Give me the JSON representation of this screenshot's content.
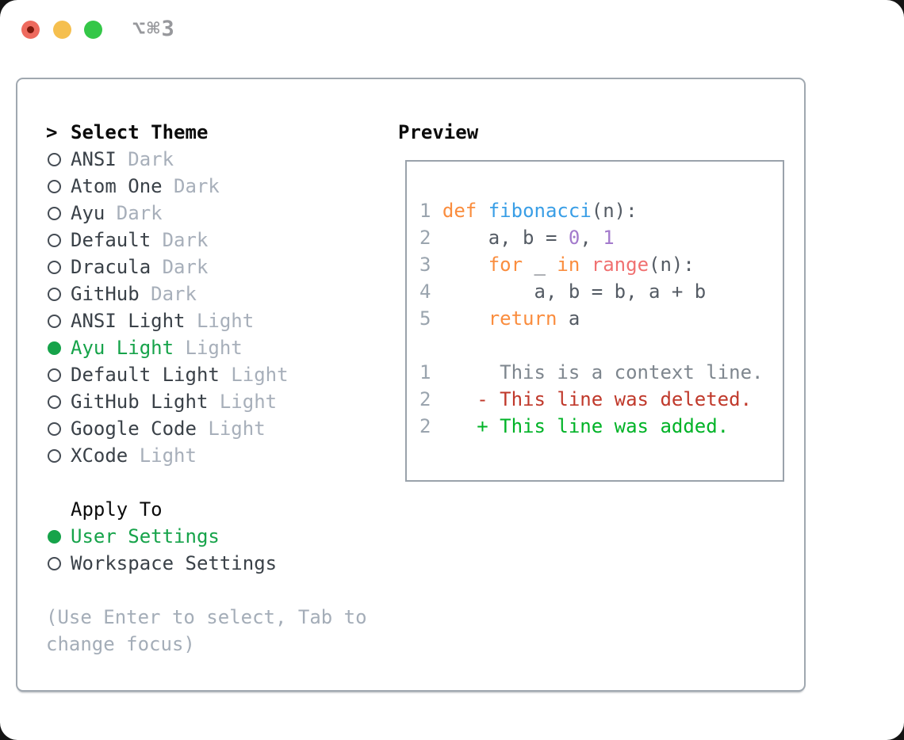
{
  "window": {
    "title": "⌥⌘3"
  },
  "theme_selector": {
    "prompt": ">",
    "title": "Select Theme",
    "items": [
      {
        "name": "ANSI",
        "badge": "Dark",
        "selected": false
      },
      {
        "name": "Atom One",
        "badge": "Dark",
        "selected": false
      },
      {
        "name": "Ayu",
        "badge": "Dark",
        "selected": false
      },
      {
        "name": "Default",
        "badge": "Dark",
        "selected": false
      },
      {
        "name": "Dracula",
        "badge": "Dark",
        "selected": false
      },
      {
        "name": "GitHub",
        "badge": "Dark",
        "selected": false
      },
      {
        "name": "ANSI Light",
        "badge": "Light",
        "selected": false
      },
      {
        "name": "Ayu Light",
        "badge": "Light",
        "selected": true
      },
      {
        "name": "Default Light",
        "badge": "Light",
        "selected": false
      },
      {
        "name": "GitHub Light",
        "badge": "Light",
        "selected": false
      },
      {
        "name": "Google Code",
        "badge": "Light",
        "selected": false
      },
      {
        "name": "XCode",
        "badge": "Light",
        "selected": false
      }
    ]
  },
  "preview": {
    "title": "Preview",
    "lines": [
      [
        {
          "t": "1 ",
          "c": "ln"
        },
        {
          "t": "def",
          "c": "kw"
        },
        {
          "t": " ",
          "c": "code"
        },
        {
          "t": "fibonacci",
          "c": "fn"
        },
        {
          "t": "(n):",
          "c": "code"
        }
      ],
      [
        {
          "t": "2 ",
          "c": "ln"
        },
        {
          "t": "    a, b = ",
          "c": "code"
        },
        {
          "t": "0",
          "c": "num"
        },
        {
          "t": ", ",
          "c": "code"
        },
        {
          "t": "1",
          "c": "num"
        }
      ],
      [
        {
          "t": "3 ",
          "c": "ln"
        },
        {
          "t": "    ",
          "c": "code"
        },
        {
          "t": "for",
          "c": "kw"
        },
        {
          "t": " _ ",
          "c": "code"
        },
        {
          "t": "in",
          "c": "kw"
        },
        {
          "t": " ",
          "c": "code"
        },
        {
          "t": "range",
          "c": "call"
        },
        {
          "t": "(n):",
          "c": "code"
        }
      ],
      [
        {
          "t": "4 ",
          "c": "ln"
        },
        {
          "t": "        a, b = b, a + b",
          "c": "code"
        }
      ],
      [
        {
          "t": "5 ",
          "c": "ln"
        },
        {
          "t": "    ",
          "c": "code"
        },
        {
          "t": "return",
          "c": "kw"
        },
        {
          "t": " a",
          "c": "code"
        }
      ],
      [],
      [
        {
          "t": "1",
          "c": "ln"
        },
        {
          "t": "      This is a context line.",
          "c": "ctx"
        }
      ],
      [
        {
          "t": "2",
          "c": "ln"
        },
        {
          "t": "    ",
          "c": "code"
        },
        {
          "t": "- This line was deleted.",
          "c": "del"
        }
      ],
      [
        {
          "t": "2",
          "c": "ln"
        },
        {
          "t": "    ",
          "c": "code"
        },
        {
          "t": "+ This line was added.",
          "c": "add"
        }
      ]
    ]
  },
  "apply_to": {
    "title": "Apply To",
    "options": [
      {
        "label": "User Settings",
        "selected": true
      },
      {
        "label": "Workspace Settings",
        "selected": false
      }
    ]
  },
  "hint": "(Use Enter to select, Tab to change focus)",
  "palette": {
    "ln": "#9aa4ae",
    "kw": "#fa8d3e",
    "fn": "#399ee6",
    "num": "#a37acc",
    "call": "#f07171",
    "code": "#545b64",
    "ctx": "#7e868e",
    "del": "#c0392b",
    "add": "#00b327",
    "selected_green": "#16a34a",
    "item_text": "#3a4148",
    "badge_text": "#a7afba",
    "ring_border": "#454c54"
  }
}
